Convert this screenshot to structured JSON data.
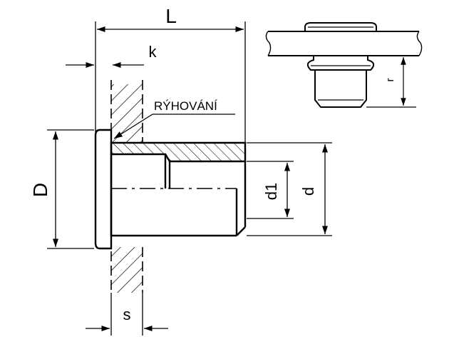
{
  "labels": {
    "L": "L",
    "k": "k",
    "knurling": "RÝHOVÁNÍ",
    "D": "D",
    "d1": "d1",
    "d": "d",
    "s": "s",
    "r": "r"
  }
}
